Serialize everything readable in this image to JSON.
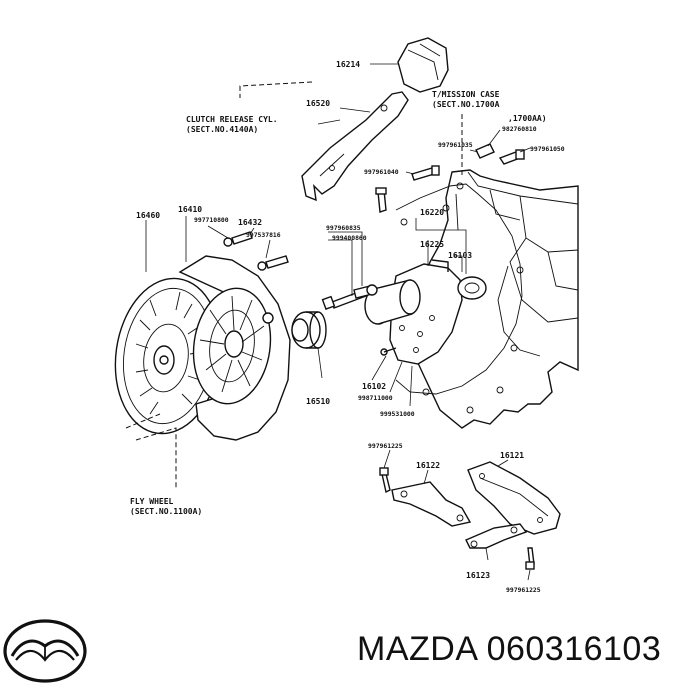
{
  "labels": {
    "p16214": "16214",
    "p16520": "16520",
    "release_cyl_1": "CLUTCH RELEASE CYL.",
    "release_cyl_2": "(SECT.NO.4140A)",
    "tmission_1": "T/MISSION CASE",
    "tmission_2": "(SECT.NO.1700A",
    "tmission_3": ",1700AA)",
    "p982760810": "982760810",
    "p997961035": "997961035",
    "p997961050": "997961050",
    "p997961040": "997961040",
    "p16460": "16460",
    "p16410": "16410",
    "p997710800": "997710800",
    "p16432": "16432",
    "p997537816": "997537816",
    "p997960835": "997960835",
    "p999400860": "999400860",
    "p16220": "16220",
    "p16225": "16225",
    "p16103": "16103",
    "p16102": "16102",
    "p998711000": "998711000",
    "p999531000": "999531000",
    "p16510": "16510",
    "p997961225a": "997961225",
    "p16122": "16122",
    "p16121": "16121",
    "p16123": "16123",
    "p997961225b": "997961225",
    "flywheel_1": "FLY WHEEL",
    "flywheel_2": "(SECT.NO.1100A)"
  },
  "footer": {
    "brand": "MAZDA 060316103"
  },
  "icons": {
    "logo": "mazda-logo-icon"
  }
}
